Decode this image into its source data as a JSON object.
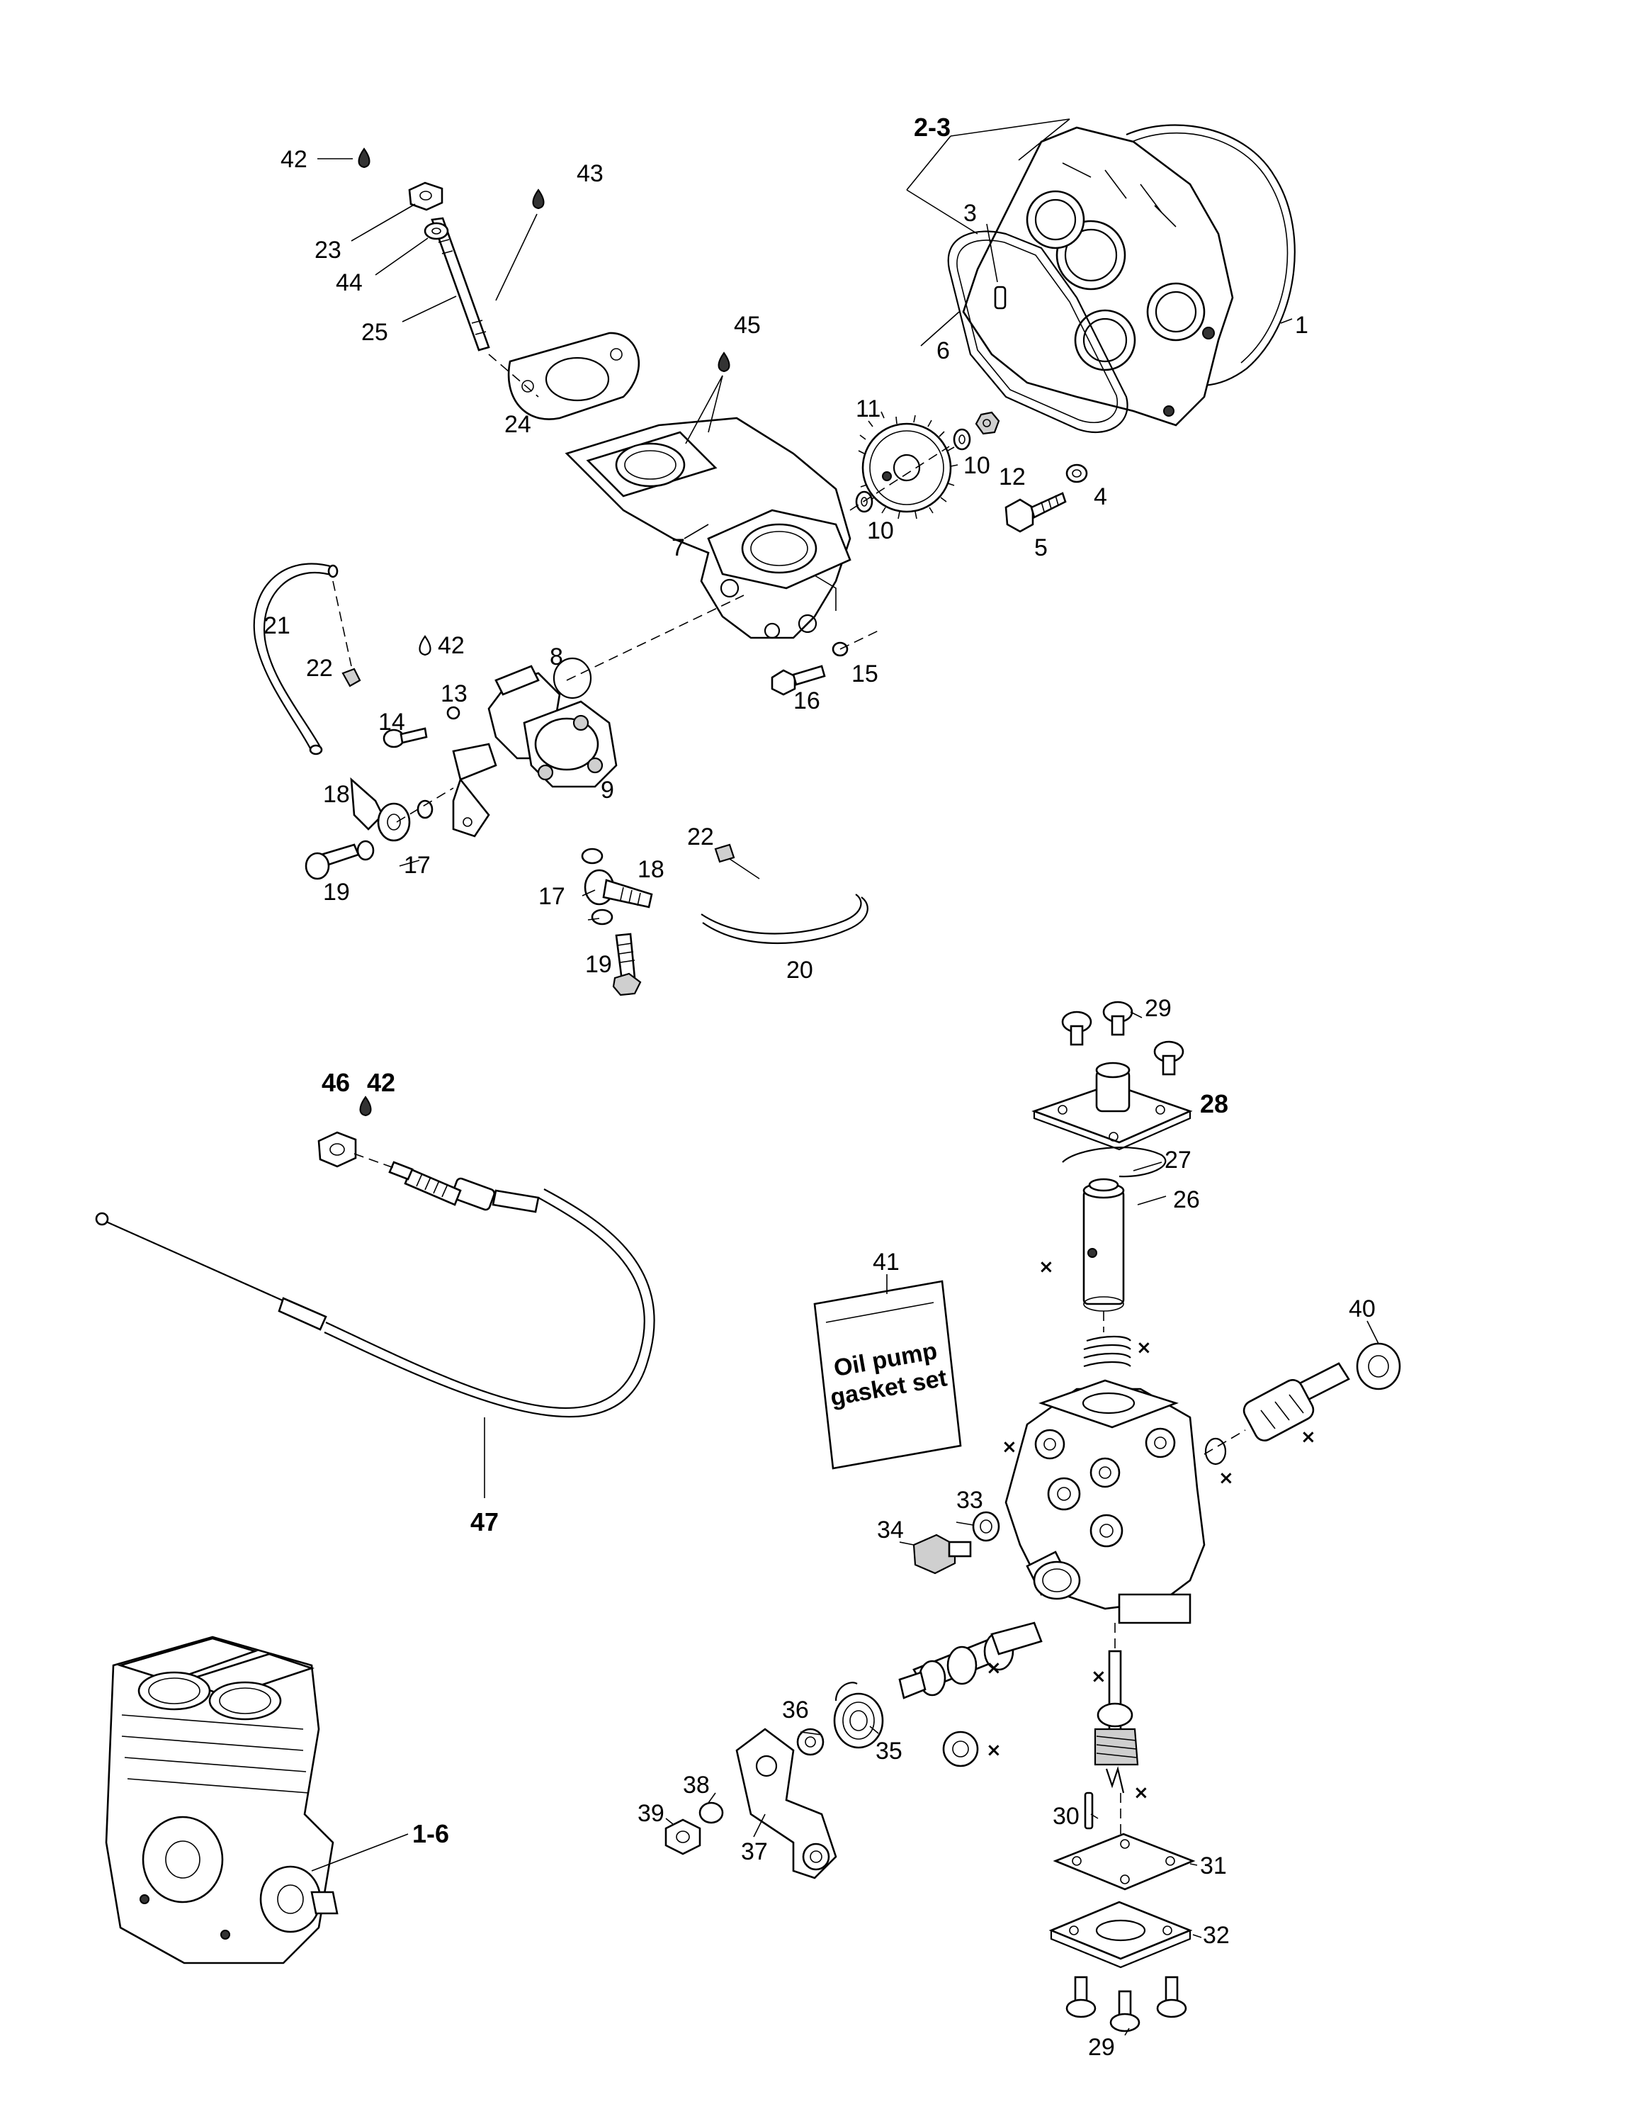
{
  "labels": {
    "l1": "1",
    "l2_3": "2-3",
    "l3": "3",
    "l4": "4",
    "l5": "5",
    "l6": "6",
    "l7": "7",
    "l8": "8",
    "l9": "9",
    "l10a": "10",
    "l10b": "10",
    "l11": "11",
    "l12": "12",
    "l13": "13",
    "l14": "14",
    "l15": "15",
    "l16": "16",
    "l17a": "17",
    "l17b": "17",
    "l18a": "18",
    "l18b": "18",
    "l19a": "19",
    "l19b": "19",
    "l20": "20",
    "l21": "21",
    "l22a": "22",
    "l22b": "22",
    "l23": "23",
    "l24": "24",
    "l25": "25",
    "l26": "26",
    "l27": "27",
    "l28": "28",
    "l29a": "29",
    "l29b": "29",
    "l30": "30",
    "l31": "31",
    "l32": "32",
    "l33": "33",
    "l34": "34",
    "l35": "35",
    "l36": "36",
    "l37": "37",
    "l38": "38",
    "l39": "39",
    "l40": "40",
    "l41": "41",
    "l42a": "42",
    "l42b": "42",
    "l42c": "42",
    "l43": "43",
    "l44": "44",
    "l45": "45",
    "l46": "46",
    "l47": "47",
    "l1_6": "1-6"
  },
  "gasket_kit": {
    "line1": "Oil pump",
    "line2": "gasket set"
  },
  "symbols": {
    "kit_mark": "×"
  },
  "colors": {
    "ink": "#000000",
    "paper": "#ffffff",
    "shade": "#cfcfcf"
  }
}
